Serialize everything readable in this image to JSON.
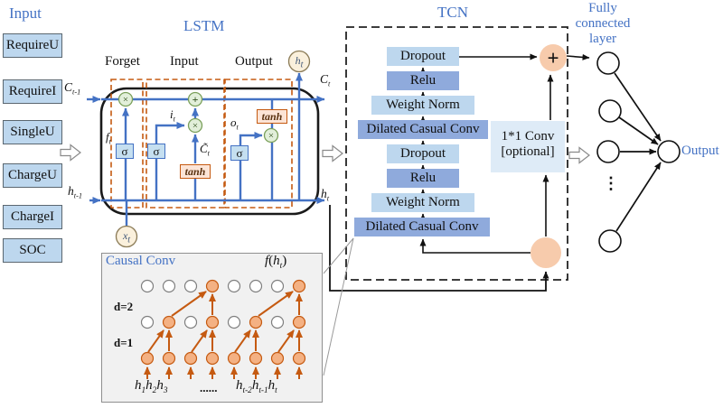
{
  "colors": {
    "accent_blue": "#4472C4",
    "light_blue_box": "#BDD7EE",
    "medium_blue_box": "#8FAADC",
    "pale_blue_box": "#DEEBF7",
    "peach_circle": "#F7CBAC",
    "green_op_circle": "#E2EFDA",
    "cream_circle": "#FAF0DC",
    "orange_dash": "#C55A11",
    "causal_node_fill": "#F4B183"
  },
  "input_panel": {
    "title": "Input",
    "items": [
      "RequireU",
      "RequireI",
      "SingleU",
      "ChargeU",
      "ChargeI",
      "SOC"
    ]
  },
  "lstm": {
    "title": "LSTM",
    "gate_forget": "Forget",
    "gate_input": "Input",
    "gate_output": "Output",
    "sigma": "σ",
    "tanh_label": "tanh",
    "op_mul": "×",
    "op_add": "+",
    "labels": {
      "c_prev": {
        "base": "C",
        "sub": "t-1"
      },
      "c_next": {
        "base": "C",
        "sub": "t"
      },
      "h_prev": {
        "base": "h",
        "sub": "t-1"
      },
      "h_next": {
        "base": "h",
        "sub": "t"
      },
      "h_cell": {
        "base": "h",
        "sub": "t"
      },
      "x_cell": {
        "base": "x",
        "sub": "t"
      },
      "f_gate": {
        "base": "f",
        "sub": "t"
      },
      "i_gate": {
        "base": "i",
        "sub": "t"
      },
      "c_tilde": {
        "base": "C̃",
        "sub": "t"
      },
      "o_gate": {
        "base": "o",
        "sub": "t"
      }
    }
  },
  "tcn": {
    "title": "TCN",
    "stack": [
      "Dropout",
      "Relu",
      "Weight Norm",
      "Dilated Casual Conv",
      "Dropout",
      "Relu",
      "Weight Norm",
      "Dilated Casual Conv"
    ],
    "conv1x1_line1": "1*1 Conv",
    "conv1x1_line2": "[optional]",
    "plus": "+"
  },
  "causal": {
    "title": "Causal Conv",
    "f_label": {
      "pre": "f",
      "open": "(",
      "base": "h",
      "sub": "t",
      "close": ")"
    },
    "d2": "d=2",
    "d1": "d=1",
    "dots": "......",
    "seq_left": [
      {
        "base": "h",
        "sub": "1"
      },
      {
        "base": "h",
        "sub": "2"
      },
      {
        "base": "h",
        "sub": "3"
      }
    ],
    "seq_right": [
      {
        "base": "h",
        "sub": "t-2"
      },
      {
        "base": "h",
        "sub": "t-1"
      },
      {
        "base": "h",
        "sub": "t"
      }
    ]
  },
  "fc": {
    "title_line1": "Fully",
    "title_line2": "connected",
    "title_line3": "layer",
    "output_label": "Output",
    "ellipsis": "⋮"
  }
}
